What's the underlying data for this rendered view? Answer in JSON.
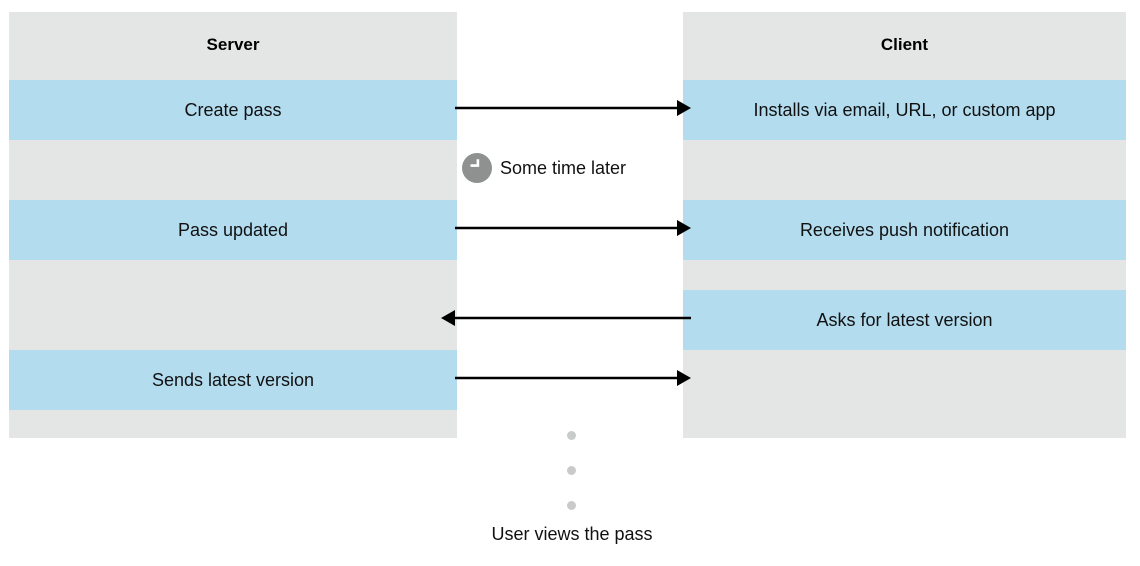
{
  "diagram": {
    "kind": "sequence-diagram",
    "colors": {
      "lane_gray": "#e4e6e5",
      "lane_blue": "#b3dcee",
      "arrow": "#000000",
      "dot": "#c9cbca",
      "clock": "#8e9190",
      "text": "#111111",
      "background": "#ffffff"
    },
    "lanes": [
      {
        "id": "server",
        "title": "Server"
      },
      {
        "id": "client",
        "title": "Client"
      }
    ],
    "steps": [
      {
        "index": 1,
        "server_label": "Create pass",
        "client_label": "Installs via email, URL, or custom app",
        "arrow_direction": "right"
      },
      {
        "index": 2,
        "server_label": "Pass updated",
        "client_label": "Receives push notification",
        "arrow_direction": "right"
      },
      {
        "index": 3,
        "server_label": "",
        "client_label": "Asks for latest version",
        "arrow_direction": "left"
      },
      {
        "index": 4,
        "server_label": "Sends latest version",
        "client_label": "",
        "arrow_direction": "right"
      }
    ],
    "time_note": {
      "icon": "clock-icon",
      "label": "Some time later"
    },
    "ellipsis": {
      "icon": "vertical-ellipsis-dots",
      "count": 3
    },
    "footer_caption": "User views the pass"
  }
}
